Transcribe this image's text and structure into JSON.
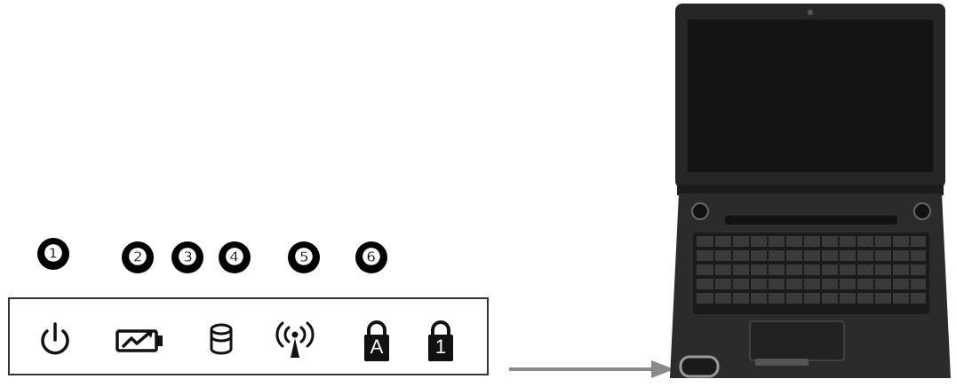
{
  "callouts": [
    "❶",
    "❷",
    "❸",
    "❹",
    "❺",
    "❻"
  ],
  "indicators": [
    {
      "icon": "power-icon"
    },
    {
      "icon": "battery-charging-icon"
    },
    {
      "icon": "hard-drive-icon"
    },
    {
      "icon": "wireless-icon"
    },
    {
      "icon": "caps-lock-icon",
      "letter": "A"
    },
    {
      "icon": "num-lock-icon",
      "letter": "1"
    }
  ],
  "colors": {
    "stroke": "#111111",
    "arrow": "#8a8a8a",
    "laptop_body": "#2b2b2b",
    "screen": "#141414"
  }
}
